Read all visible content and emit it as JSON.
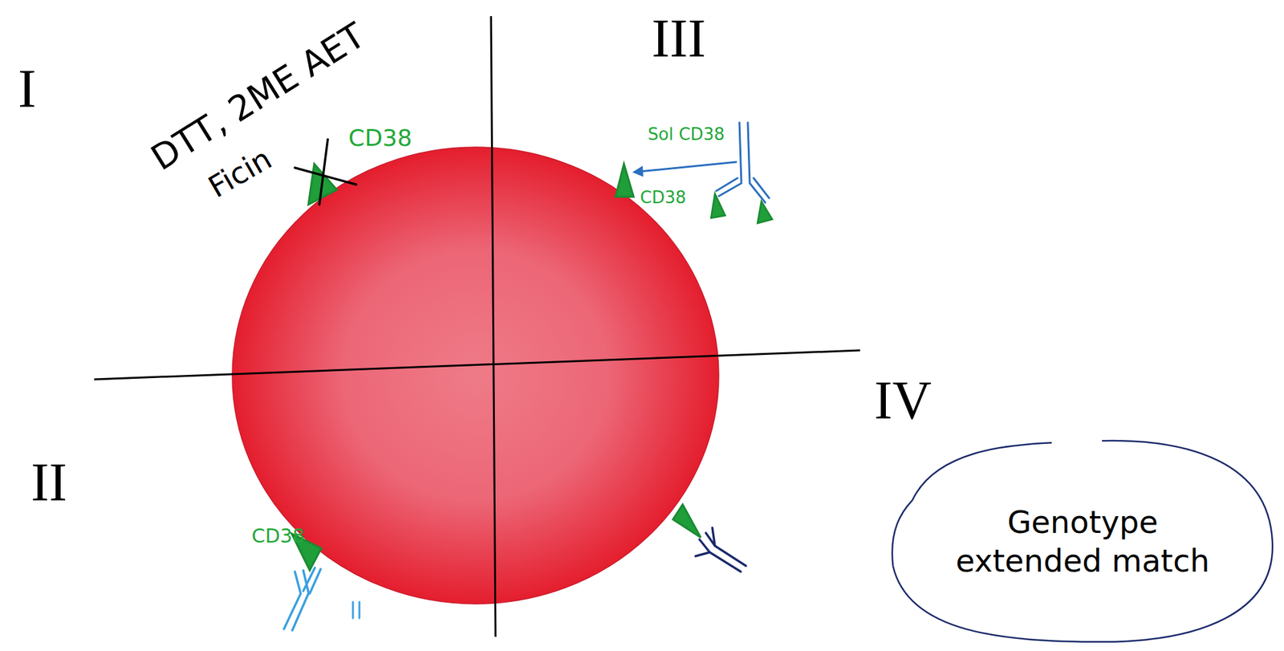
{
  "diagram": {
    "nodes": [
      {
        "text": [
          "Genotype extended match"
        ]
      }
    ],
    "labels": [
      "I",
      "DTT, 2ME AET",
      "Ficin",
      "CD38",
      "III",
      "Sol CD38",
      "CD38",
      "II",
      "CD38",
      "IV"
    ]
  }
}
